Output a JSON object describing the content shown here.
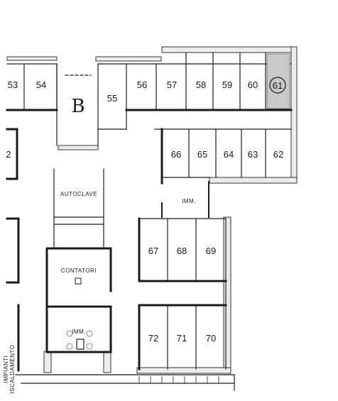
{
  "colors": {
    "highlight": "#c9c9c9",
    "wall": "#1a1a1a",
    "exterior": "#ececec"
  },
  "units_top": [
    "53",
    "54",
    "55",
    "56",
    "57",
    "58",
    "59",
    "60",
    "61"
  ],
  "units_row2": [
    "66",
    "65",
    "64",
    "63",
    "62"
  ],
  "units_mid": [
    "67",
    "68",
    "69"
  ],
  "units_bot": [
    "72",
    "71",
    "70"
  ],
  "highlighted_unit": "61",
  "labels": {
    "block": "B",
    "autoclave": "AUTOCLAVE",
    "imm_top": "IMM.",
    "contatori": "CONTATORI",
    "imm_bottom": "IMM.",
    "stair_left": "ISCALDAMENTO",
    "stair_left_2": "IMPIANTI",
    "partial_left": "2"
  }
}
